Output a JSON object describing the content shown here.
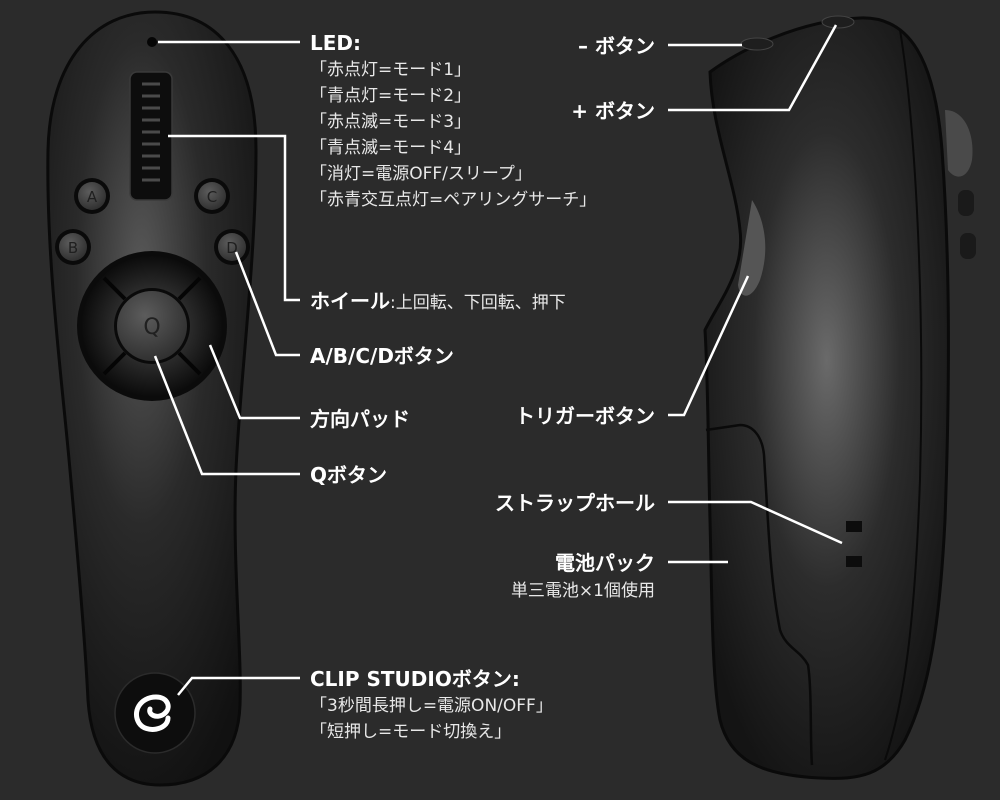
{
  "diagram": {
    "colors": {
      "background": "#2b2b2b",
      "device_body": "#141414",
      "device_highlight": "#5a5a5a",
      "leader_line": "#ffffff",
      "text": "#ffffff"
    },
    "front_view": {
      "led": {
        "title": "LED:",
        "states": [
          "「赤点灯=モード1」",
          "「青点灯=モード2」",
          "「赤点滅=モード3」",
          "「青点滅=モード4」",
          "「消灯=電源OFF/スリープ」",
          "「赤青交互点灯=ペアリングサーチ」"
        ]
      },
      "wheel": {
        "title": "ホイール",
        "desc": ":上回転、下回転、押下"
      },
      "abcd_buttons": {
        "title": "A/B/C/Dボタン",
        "keys": [
          "A",
          "B",
          "C",
          "D"
        ]
      },
      "dpad": {
        "title": "方向パッド"
      },
      "q_button": {
        "title": "Qボタン",
        "key": "Q"
      },
      "clip_studio_button": {
        "title": "CLIP STUDIOボタン:",
        "functions": [
          "「3秒間長押し=電源ON/OFF」",
          "「短押し=モード切換え」"
        ]
      }
    },
    "side_view": {
      "minus_button": {
        "title": "– ボタン"
      },
      "plus_button": {
        "title": "+ ボタン"
      },
      "trigger_button": {
        "title": "トリガーボタン"
      },
      "strap_hole": {
        "title": "ストラップホール"
      },
      "battery_pack": {
        "title": "電池パック",
        "desc": "単三電池×1個使用"
      }
    }
  }
}
